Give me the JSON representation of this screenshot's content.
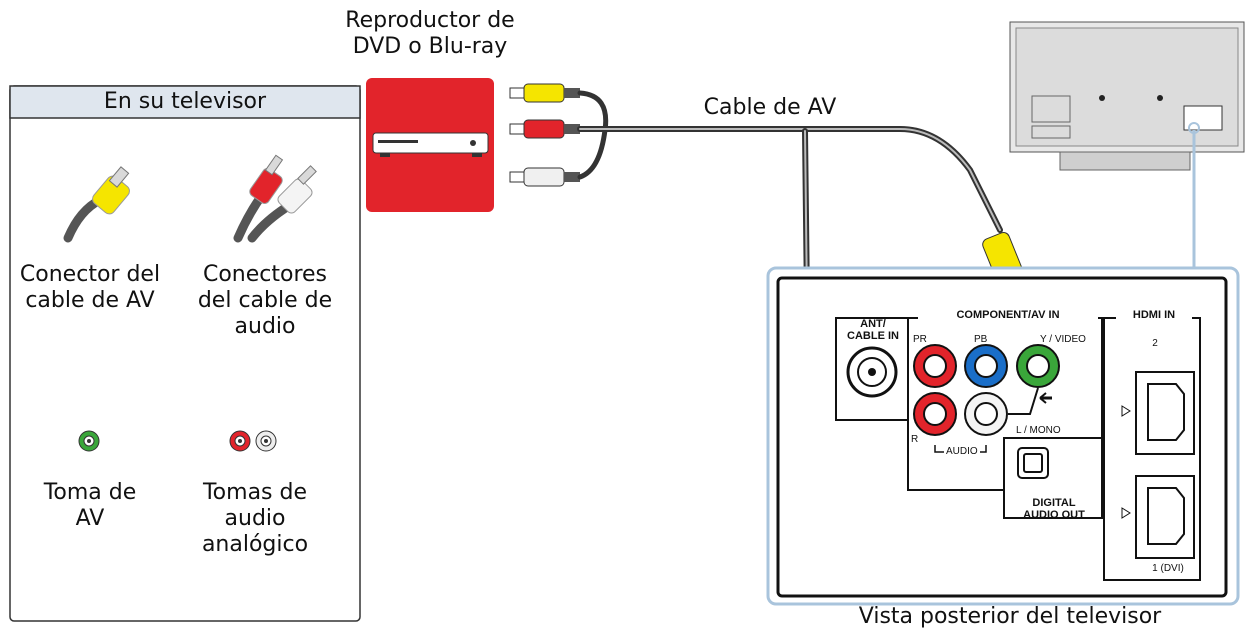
{
  "dvd": {
    "label_line1": "Reproductor de",
    "label_line2": "DVD o Blu-ray"
  },
  "cable_label": "Cable de AV",
  "tv_rear_view_label": "Vista posterior del televisor",
  "panel": {
    "title": "En su televisor",
    "items": [
      {
        "lines": [
          "Conector del",
          "cable de AV"
        ]
      },
      {
        "lines": [
          "Conectores",
          "del cable de",
          "audio"
        ]
      },
      {
        "lines": [
          "Toma de",
          "AV"
        ]
      },
      {
        "lines": [
          "Tomas de",
          "audio",
          "analógico"
        ]
      }
    ]
  },
  "jack_panel": {
    "ant": [
      "ANT/",
      "CABLE IN"
    ],
    "component": "COMPONENT/AV IN",
    "pr": "PR",
    "pb": "PB",
    "y_video": "Y / VIDEO",
    "r": "R",
    "l_mono": "L / MONO",
    "audio": "AUDIO",
    "digital": [
      "DIGITAL",
      "AUDIO OUT"
    ],
    "hdmi": "HDMI IN",
    "hdmi2": "2",
    "hdmi1": "1 (DVI)"
  },
  "colors": {
    "red": "#e2242b",
    "yellow": "#f5e500",
    "green": "#3aa63a",
    "blue": "#1a6ec8",
    "frame": "#a9c4dc"
  }
}
